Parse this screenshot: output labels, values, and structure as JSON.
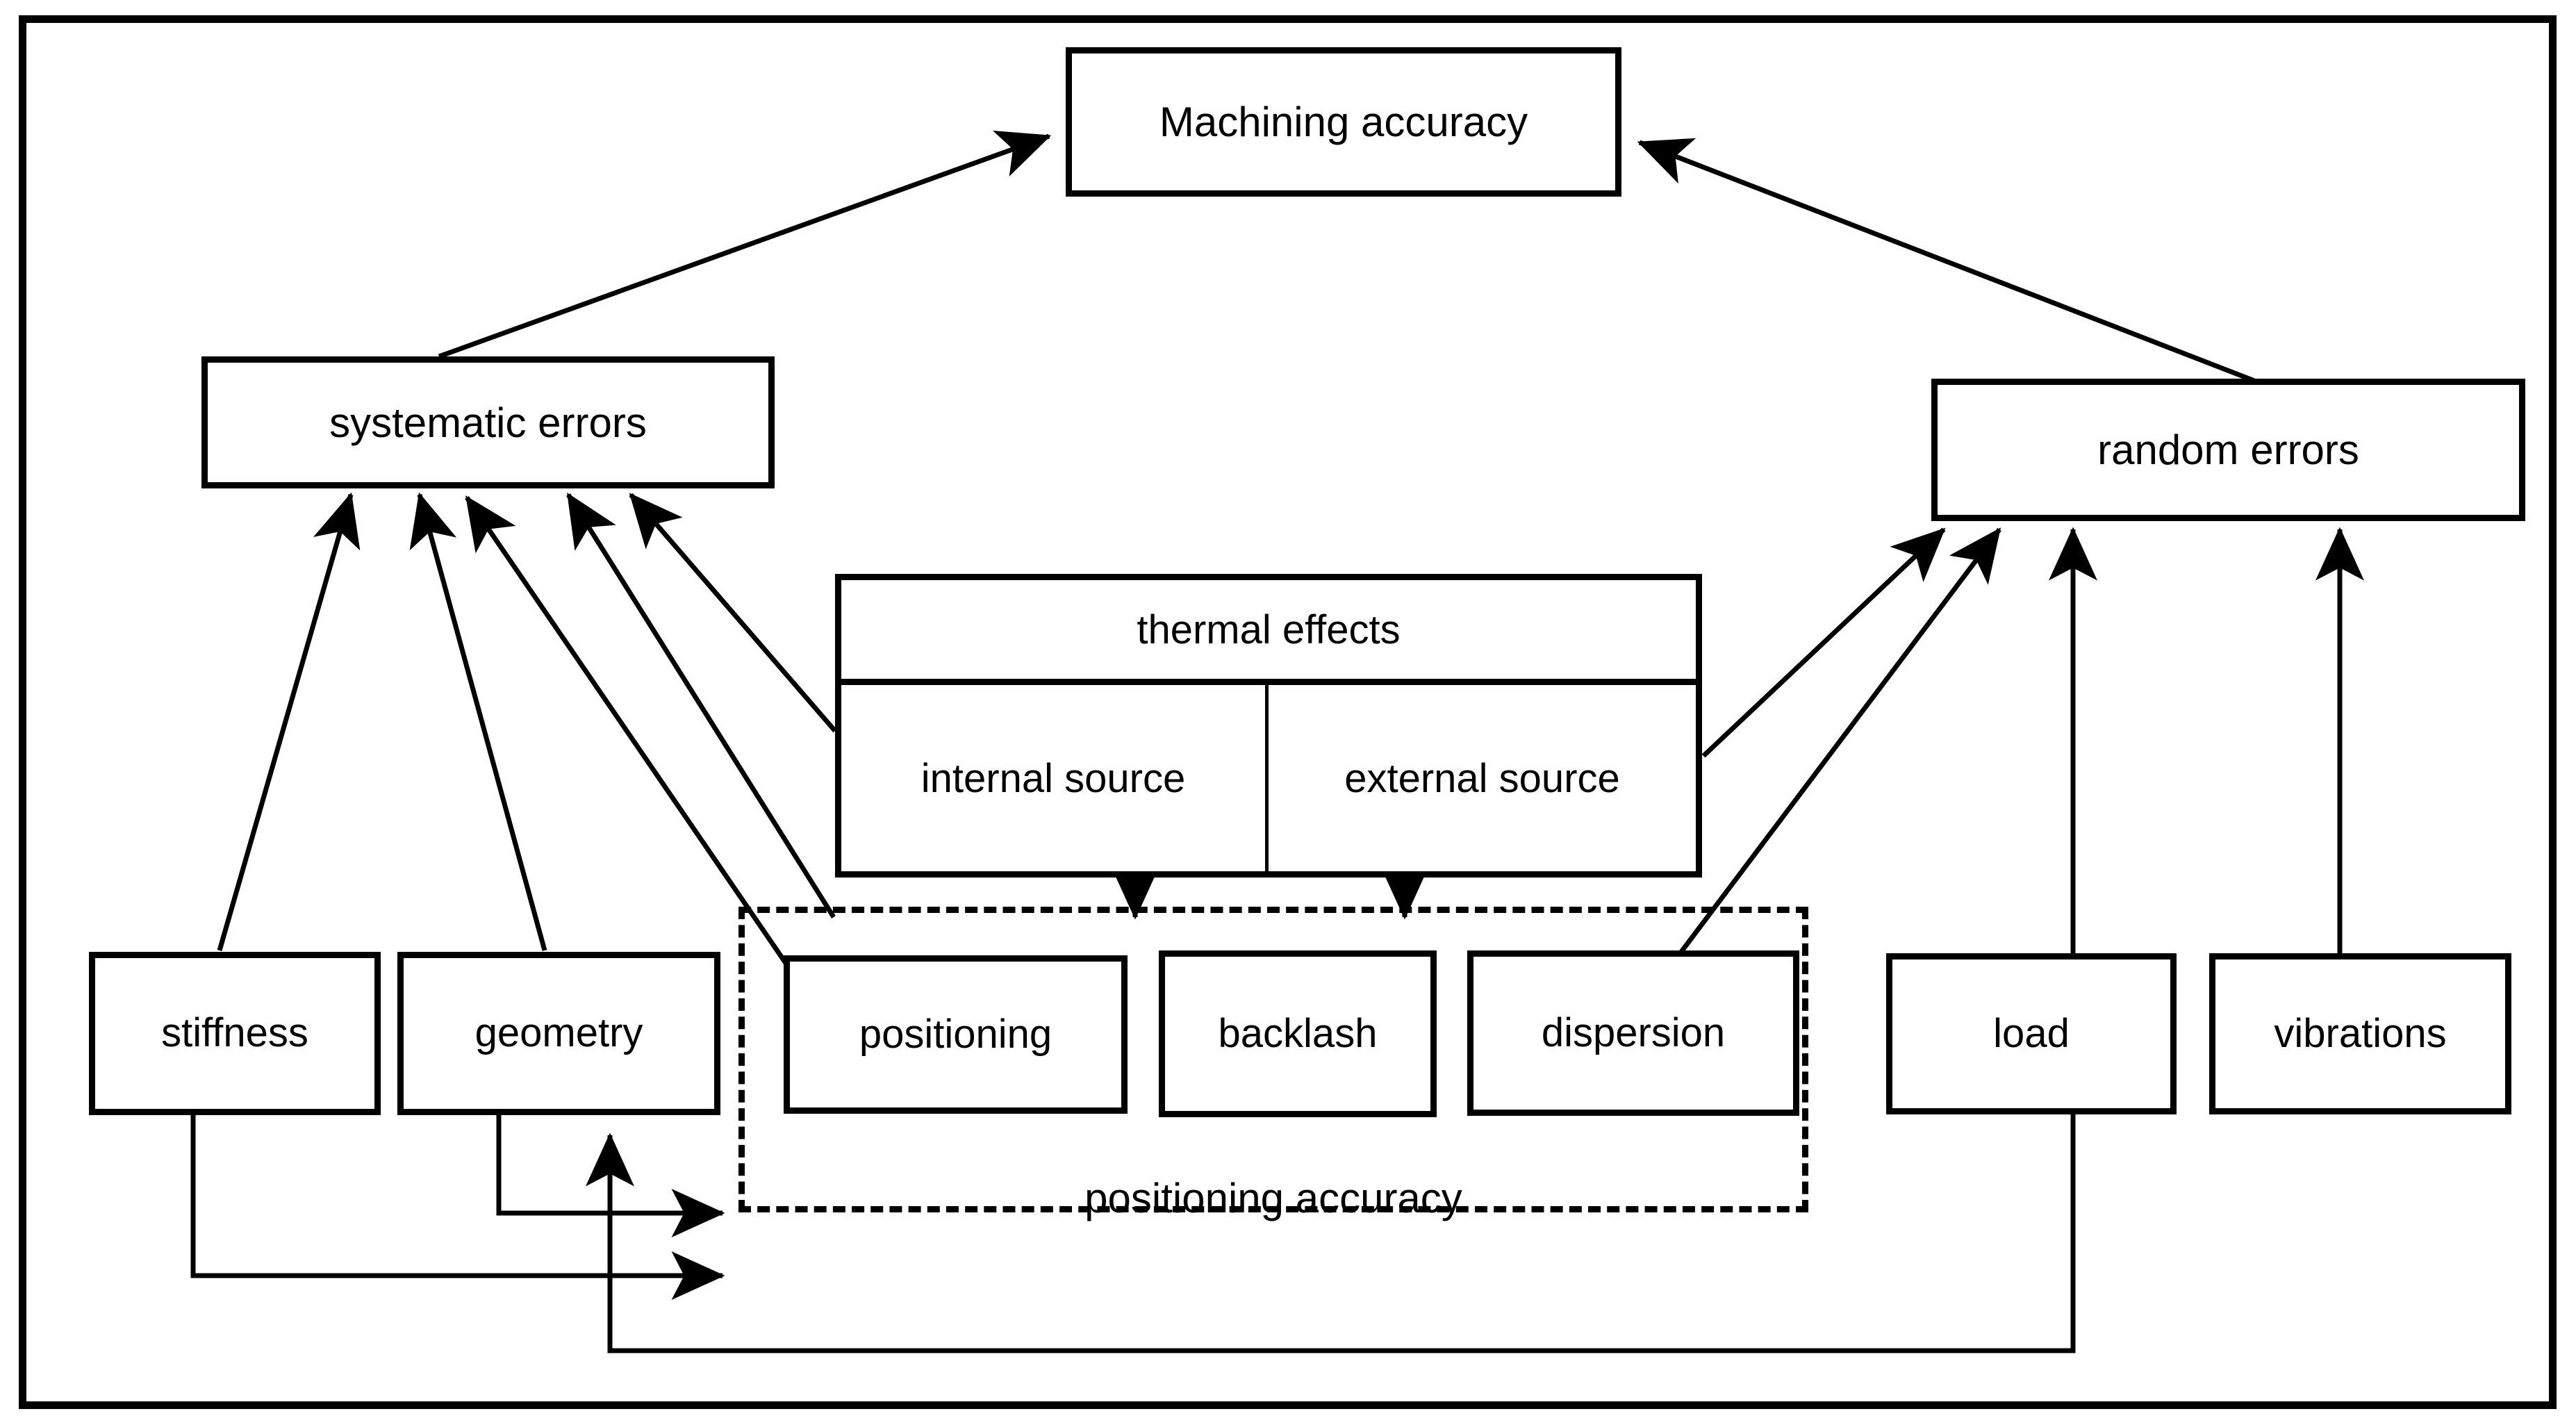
{
  "diagram": {
    "title_node": "Machining accuracy",
    "nodes": {
      "machining_accuracy": "Machining accuracy",
      "systematic_errors": "systematic errors",
      "random_errors": "random errors",
      "thermal_effects": "thermal effects",
      "internal_source": "internal source",
      "external_source": "external source",
      "positioning_accuracy_group": "positioning accuracy",
      "stiffness": "stiffness",
      "geometry": "geometry",
      "positioning": "positioning",
      "backlash": "backlash",
      "dispersion": "dispersion",
      "load": "load",
      "vibrations": "vibrations"
    },
    "edges": [
      {
        "from": "systematic errors",
        "to": "Machining accuracy"
      },
      {
        "from": "random errors",
        "to": "Machining accuracy"
      },
      {
        "from": "stiffness",
        "to": "systematic errors"
      },
      {
        "from": "geometry",
        "to": "systematic errors"
      },
      {
        "from": "positioning",
        "to": "systematic errors"
      },
      {
        "from": "positioning accuracy",
        "to": "systematic errors"
      },
      {
        "from": "internal source",
        "to": "systematic errors"
      },
      {
        "from": "external source",
        "to": "random errors"
      },
      {
        "from": "dispersion",
        "to": "random errors"
      },
      {
        "from": "load",
        "to": "random errors"
      },
      {
        "from": "vibrations",
        "to": "random errors"
      },
      {
        "from": "internal source",
        "to": "positioning accuracy"
      },
      {
        "from": "external source",
        "to": "positioning accuracy"
      },
      {
        "from": "stiffness",
        "to": "positioning accuracy"
      },
      {
        "from": "geometry",
        "to": "positioning accuracy"
      },
      {
        "from": "load",
        "to": "geometry"
      }
    ],
    "colors": {
      "stroke": "#000000",
      "background": "#ffffff",
      "group_border": "#000000"
    }
  }
}
